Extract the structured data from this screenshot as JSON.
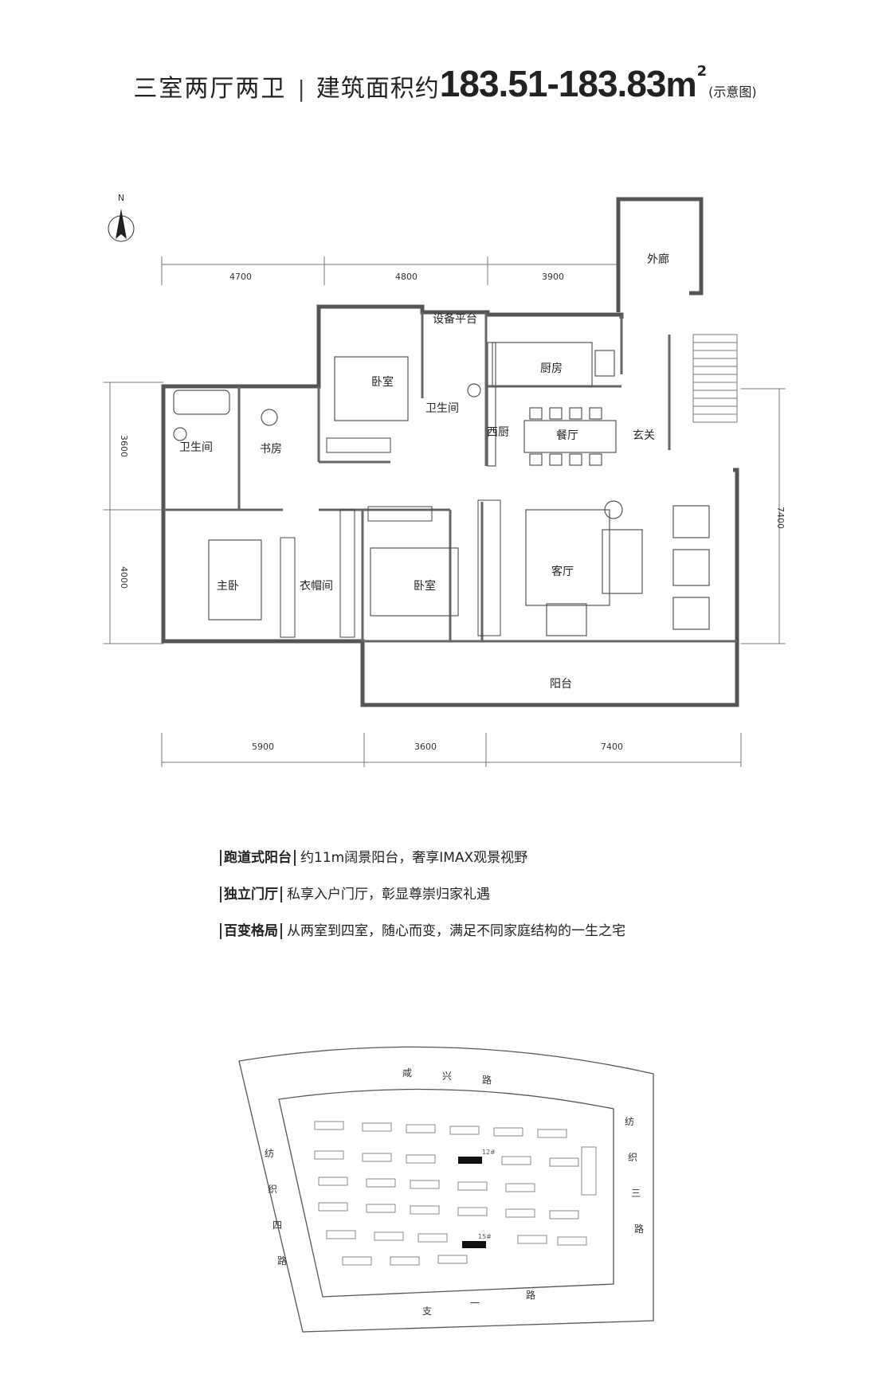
{
  "header": {
    "unit_type": "三室两厅两卫",
    "separator": "|",
    "area_label": "建筑面积约",
    "area_value": "183.51-183.83",
    "area_unit": "m",
    "area_sup": "2",
    "note": "(示意图)"
  },
  "compass": {
    "label": "N"
  },
  "floorplan": {
    "rooms": {
      "outer_corridor": "外廊",
      "equipment_platform": "设备平台",
      "bedroom_north": "卧室",
      "kitchen": "厨房",
      "bathroom_west": "卫生间",
      "study": "书房",
      "bathroom_center": "卫生间",
      "western_kitchen": "西厨",
      "dining": "餐厅",
      "foyer": "玄关",
      "master_bedroom": "主卧",
      "cloakroom": "衣帽间",
      "bedroom_south": "卧室",
      "living_room": "客厅",
      "balcony": "阳台"
    },
    "dims_top": [
      "4700",
      "4800",
      "3900"
    ],
    "dims_bottom": [
      "5900",
      "3600",
      "7400"
    ],
    "dims_left": [
      "3600",
      "4000"
    ],
    "dims_right": [
      "7400"
    ]
  },
  "features": [
    {
      "tag": "跑道式阳台",
      "text": "约11m阔景阳台，奢享IMAX观景视野"
    },
    {
      "tag": "独立门厅",
      "text": "私享入户门厅，彰显尊崇归家礼遇"
    },
    {
      "tag": "百变格局",
      "text": "从两室到四室，随心而变，满足不同家庭结构的一生之宅"
    }
  ],
  "site_plan": {
    "roads": {
      "north": [
        "咸",
        "兴",
        "路"
      ],
      "west": [
        "纺",
        "织",
        "四",
        "路"
      ],
      "east": [
        "纺",
        "织",
        "三",
        "路"
      ],
      "south": [
        "支",
        "一",
        "路"
      ]
    },
    "highlight_buildings": [
      "12#",
      "15#"
    ]
  }
}
